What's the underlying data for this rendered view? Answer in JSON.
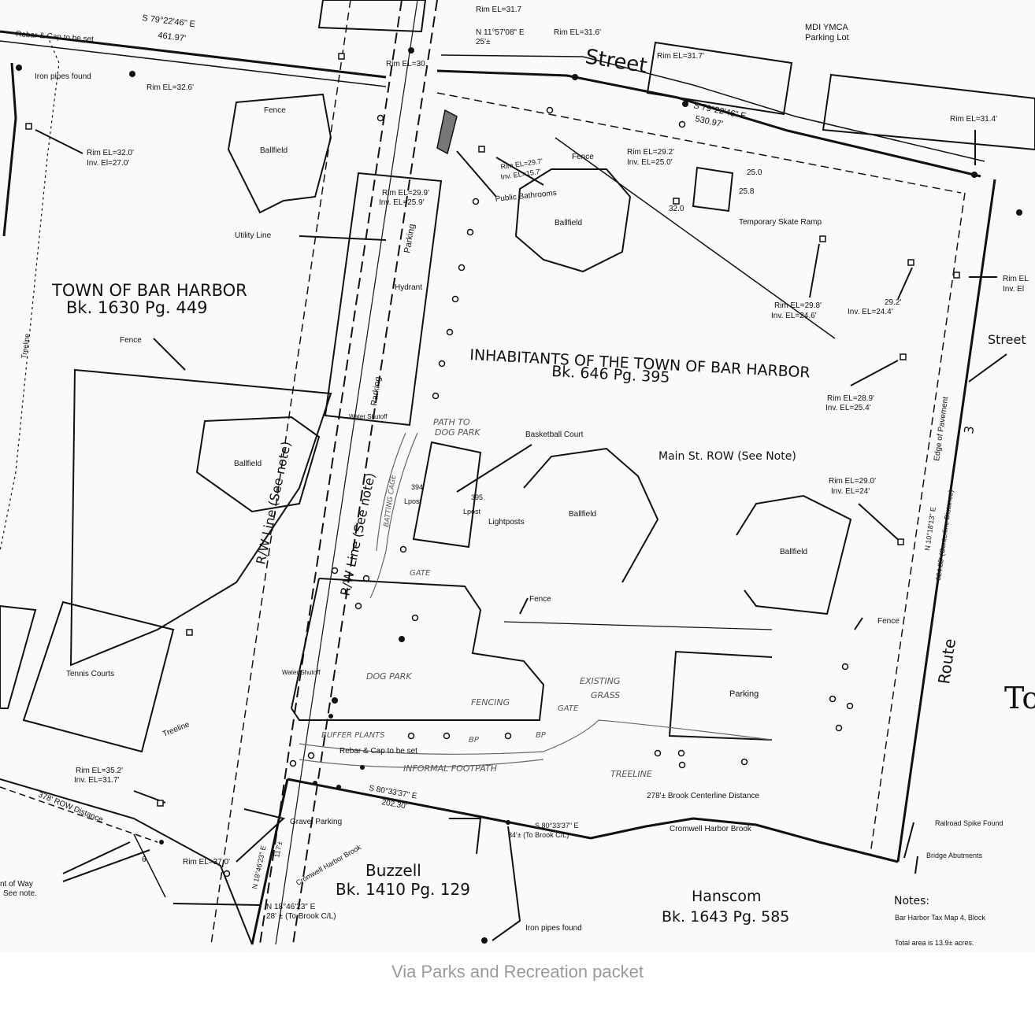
{
  "caption": "Via Parks and Recreation packet",
  "labels": {
    "street_top": "Street",
    "mdi_ymca": "MDI YMCA",
    "parking_lot": "Parking Lot",
    "rim_31_7_top": "Rim EL=31.7",
    "bearing_11": "N 11°57'08\" E",
    "bearing_11_dist": "25'±",
    "rim_31_6": "Rim EL=31.6'",
    "rim_31_7": "Rim EL=31.7'",
    "rim_31_4": "Rim EL=31.4'",
    "rim_30": "Rim EL=30.",
    "bearing_79_left": "S 79°22'46\" E",
    "bearing_79_left_dist": "461.97'",
    "bearing_79_right": "S 79°22'46\" E",
    "bearing_79_right_dist": "530.97'",
    "rebar_cap_top": "Rebar & Cap to be set",
    "iron_pipes_top": "Iron pipes found",
    "rim_32_6": "Rim EL=32.6'",
    "fence_1": "Fence",
    "ballfield_1": "Ballfield",
    "rim_32_0": "Rim EL=32.0'",
    "inv_27_0": "Inv. El=27.0'",
    "rim_29_7": "Rim EL=29.7'",
    "inv_15_7": "Inv. EL=15.7'",
    "fence_2": "Fence",
    "rim_29_2": "Rim EL=29.2'",
    "inv_25_0": "Inv. EL=25.0'",
    "h25_0": "25.0",
    "h25_8": "25.8",
    "h32_0": "32.0",
    "rim_29_9": "Rim EL=29.9'",
    "inv_25_9": "Inv. EL=25.9'",
    "public_bathrooms": "Public Bathrooms",
    "ballfield_2": "Ballfield",
    "skate_ramp": "Temporary Skate Ramp",
    "utility_line": "Utility Line",
    "parking_1": "Parking",
    "hydrant": "Hydrant",
    "town_title": "TOWN OF BAR HARBOR",
    "town_book": "Bk. 1630   Pg. 449",
    "treeline_left": "Treeline",
    "fence_3": "Fence",
    "rim_29_8": "Rim EL=29.8'",
    "inv_24_6": "Inv. EL=24.6'",
    "h29_2": "29.2'",
    "inv_24_4": "Inv. EL=24.4'",
    "rim_right_edge": "Rim EL",
    "inv_right_edge": "Inv. El",
    "street_right": "Street",
    "inhabitants": "INHABITANTS OF THE TOWN OF BAR HARBOR",
    "inhabitants_book": "Bk. 646   Pg. 395",
    "rim_28_9": "Rim EL=28.9'",
    "inv_25_4": "Inv. EL=25.4'",
    "parking_2": "Parking",
    "water_shutoff_1": "Water Shutoff",
    "path_to_dog_park_1": "PATH TO",
    "path_to_dog_park_2": "DOG PARK",
    "basketball": "Basketball Court",
    "main_st_row": "Main St. ROW (See Note)",
    "edge_of_pavement": "Edge of Pavement",
    "route_num": "3",
    "ballfield_3": "Ballfield",
    "rw_line_1": "R/W Line (See note)",
    "rw_line_2": "R/W Line (See note)",
    "batting_cage": "BATTING CAGE",
    "v394": "394",
    "lpost_1": "Lpost",
    "v395": "395",
    "lpost_2": "Lpost",
    "lightposts": "Lightposts",
    "ballfield_4": "Ballfield",
    "rim_29_0": "Rim EL=29.0'",
    "inv_24": "Inv. EL=24'",
    "bearing_n10": "N 10°18'13\" E",
    "bearing_n10_dist": "624.83' (Centerline Distance)",
    "ballfield_5": "Ballfield",
    "gate_1": "GATE",
    "fence_4": "Fence",
    "fence_5": "Fence",
    "route_word": "Route",
    "to_partial": "To",
    "tennis": "Tennis Courts",
    "water_shutoff_2": "Water Shutoff",
    "dog_park": "DOG PARK",
    "existing_grass_1": "EXISTING",
    "existing_grass_2": "GRASS",
    "parking_3": "Parking",
    "fencing": "FENCING",
    "gate_2": "GATE",
    "treeline_mid": "Treeline",
    "buffer_plants": "BUFFER PLANTS",
    "bp_1": "BP",
    "bp_2": "BP",
    "rebar_cap_bottom": "Rebar & Cap to be set",
    "informal_footpath": "INFORMAL FOOTPATH",
    "treeline_hand": "TREELINE",
    "rim_35_2": "Rim EL=35.2'",
    "inv_31_7": "Inv. EL=31.7'",
    "row_378": "378' ROW Distance",
    "bearing_s80_1": "S 80°33'37\" E",
    "bearing_s80_1_dist": "202.30'",
    "brook_centerline": "278'± Brook Centerline Distance",
    "gravel_parking": "Gravel Parking",
    "bearing_s80_2": "S 80°33'37\" E",
    "bearing_s80_2_dist": "84'± (To Brook C/L)",
    "cromwell_brook_1": "Cromwell Harbor Brook",
    "railroad_spike": "Railroad Spike Found",
    "bridge_abutments": "Bridge Abutments",
    "right_of_way_1": "nt of Way",
    "right_of_way_2": "See note.",
    "v6": "6",
    "rim_37_0": "Rim EL=37.0'",
    "bearing_n18_1": "N 18°46'23\" E",
    "v117": "117'±",
    "cromwell_brook_2": "Cromwell Harbor Brook",
    "buzzell": "Buzzell",
    "buzzell_book": "Bk. 1410   Pg. 129",
    "bearing_n18_2": "N 18°46'23\" E",
    "bearing_n18_2_dist": "28' ± (To Brook C/L)",
    "iron_pipes_bottom": "Iron pipes found",
    "hanscom": "Hanscom",
    "hanscom_book": "Bk. 1643   Pg. 585",
    "notes": "Notes:",
    "note_tax_map": "Bar Harbor Tax Map 4, Block",
    "note_area": "Total area is 13.9± acres."
  }
}
